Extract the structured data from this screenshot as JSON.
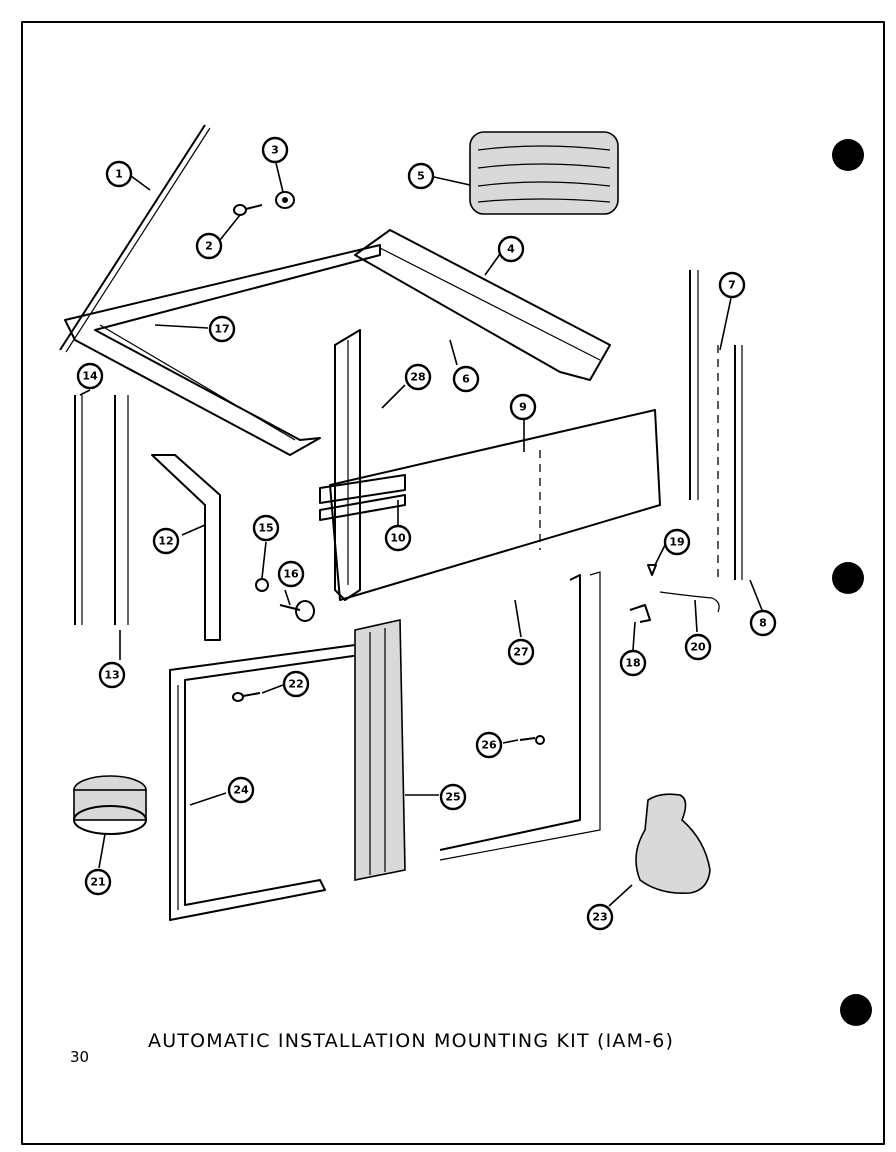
{
  "title": "AUTOMATIC INSTALLATION MOUNTING KIT (IAM-6)",
  "page_number": "30",
  "callouts": [
    {
      "label": "1"
    },
    {
      "label": "2"
    },
    {
      "label": "3"
    },
    {
      "label": "4"
    },
    {
      "label": "5"
    },
    {
      "label": "6"
    },
    {
      "label": "7"
    },
    {
      "label": "8"
    },
    {
      "label": "9"
    },
    {
      "label": "10"
    },
    {
      "label": "12"
    },
    {
      "label": "13"
    },
    {
      "label": "14"
    },
    {
      "label": "15"
    },
    {
      "label": "16"
    },
    {
      "label": "17"
    },
    {
      "label": "18"
    },
    {
      "label": "19"
    },
    {
      "label": "20"
    },
    {
      "label": "21"
    },
    {
      "label": "22"
    },
    {
      "label": "23"
    },
    {
      "label": "24"
    },
    {
      "label": "25"
    },
    {
      "label": "26"
    },
    {
      "label": "27"
    },
    {
      "label": "28"
    }
  ]
}
